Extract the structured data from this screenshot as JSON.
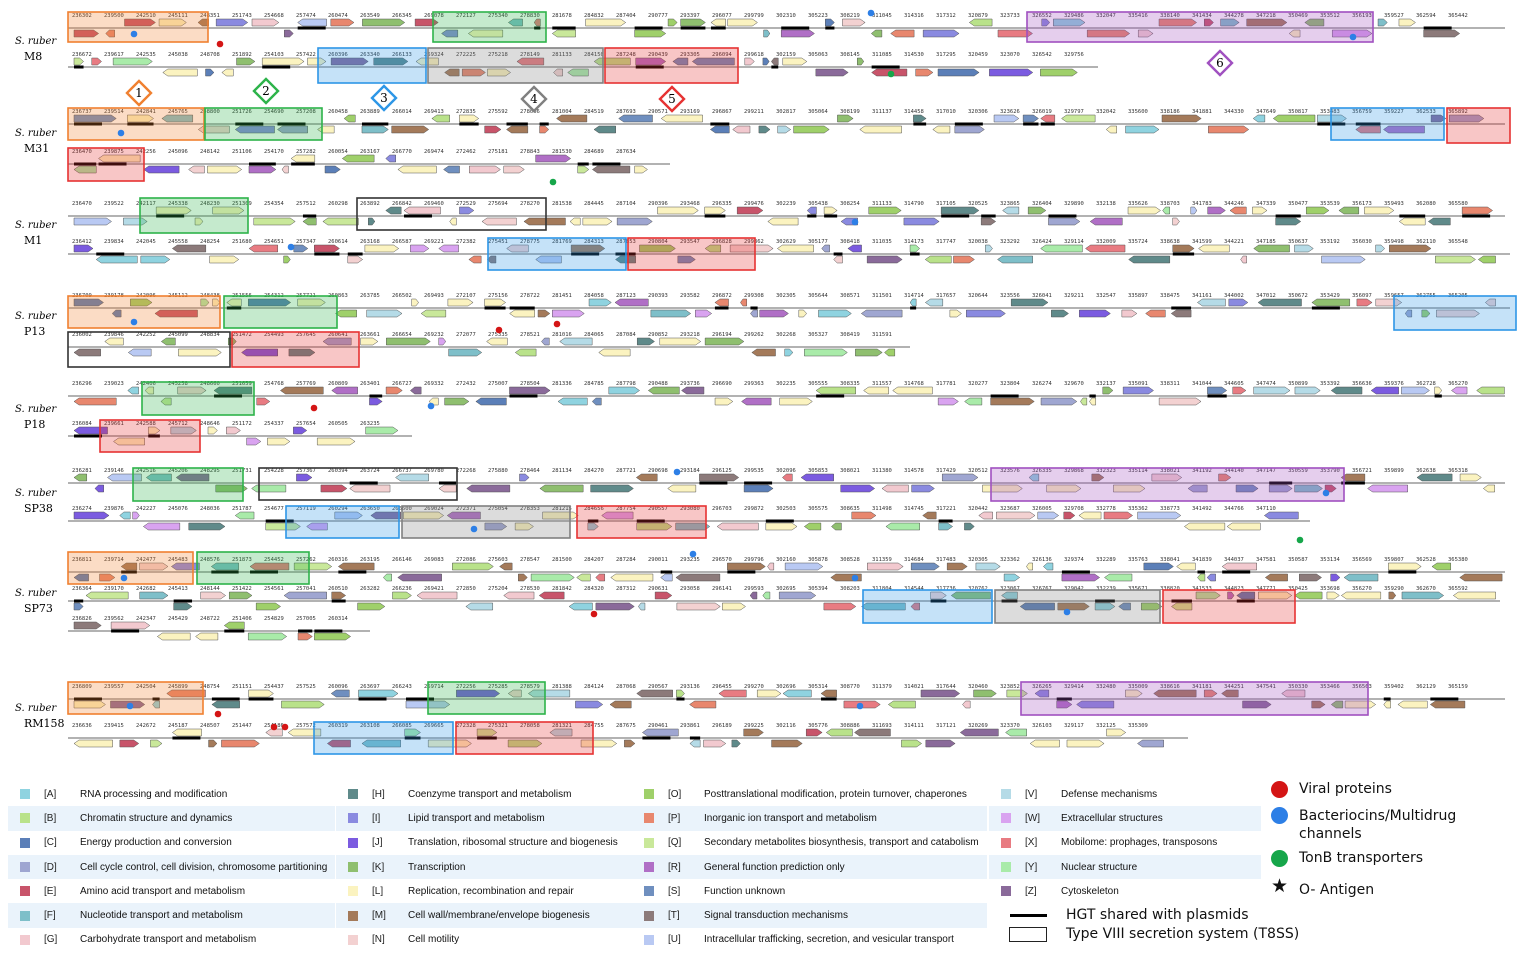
{
  "colors": {
    "A": "#8fd3e0",
    "B": "#b9e28a",
    "C": "#5b7fb8",
    "D": "#9fa6d1",
    "E": "#c8546a",
    "F": "#7ebfc9",
    "G": "#f2c9cf",
    "H": "#5f8a8a",
    "I": "#8a8ae0",
    "J": "#7b5be0",
    "K": "#8fbf6f",
    "L": "#fbf3c0",
    "M": "#a47a5a",
    "N": "#f3d1d1",
    "O": "#9fd06a",
    "P": "#e8876e",
    "Q": "#c9e89a",
    "R": "#b06fc6",
    "S": "#6f8fbf",
    "T": "#8c7a7a",
    "U": "#b9c9f3",
    "V": "#b5dbe7",
    "W": "#d9a3f0",
    "X": "#e87b82",
    "Y": "#a9eba9",
    "Z": "#8a6a9a",
    "box1": "#f08030",
    "box2": "#2db34a",
    "box3": "#2d96e6",
    "box4": "#808080",
    "box5": "#e63232",
    "box6": "#a050c0",
    "viral": "#d41515",
    "bacteriocin": "#2d7fe6",
    "tonb": "#16a64a"
  },
  "strains": [
    {
      "species": "S. ruber",
      "id": "M8"
    },
    {
      "species": "S. ruber",
      "id": "M31"
    },
    {
      "species": "S. ruber",
      "id": "M1"
    },
    {
      "species": "S. ruber",
      "id": "P13"
    },
    {
      "species": "S. ruber",
      "id": "P18"
    },
    {
      "species": "S. ruber",
      "id": "SP38"
    },
    {
      "species": "S. ruber",
      "id": "SP73"
    },
    {
      "species": "S. ruber",
      "id": "RM158"
    }
  ],
  "markers": [
    "1",
    "2",
    "3",
    "4",
    "5",
    "6"
  ],
  "legend": {
    "cog": [
      {
        "code": "[A]",
        "c": "A",
        "label": "RNA processing and modification"
      },
      {
        "code": "[B]",
        "c": "B",
        "label": "Chromatin structure and dynamics"
      },
      {
        "code": "[C]",
        "c": "C",
        "label": "Energy production and conversion"
      },
      {
        "code": "[D]",
        "c": "D",
        "label": "Cell cycle control, cell division, chromosome partitioning"
      },
      {
        "code": "[E]",
        "c": "E",
        "label": "Amino acid transport and metabolism"
      },
      {
        "code": "[F]",
        "c": "F",
        "label": "Nucleotide transport and metabolism"
      },
      {
        "code": "[G]",
        "c": "G",
        "label": "Carbohydrate transport and metabolism"
      },
      {
        "code": "[H]",
        "c": "H",
        "label": "Coenzyme transport and metabolism"
      },
      {
        "code": "[I]",
        "c": "I",
        "label": "Lipid transport and metabolism"
      },
      {
        "code": "[J]",
        "c": "J",
        "label": "Translation, ribosomal structure and biogenesis"
      },
      {
        "code": "[K]",
        "c": "K",
        "label": "Transcription"
      },
      {
        "code": "[L]",
        "c": "L",
        "label": "Replication, recombination and repair"
      },
      {
        "code": "[M]",
        "c": "M",
        "label": "Cell wall/membrane/envelope biogenesis"
      },
      {
        "code": "[N]",
        "c": "N",
        "label": "Cell motility"
      },
      {
        "code": "[O]",
        "c": "O",
        "label": "Posttranslational modification, protein turnover, chaperones"
      },
      {
        "code": "[P]",
        "c": "P",
        "label": "Inorganic ion transport and metabolism"
      },
      {
        "code": "[Q]",
        "c": "Q",
        "label": "Secondary metabolites biosynthesis, transport and catabolism"
      },
      {
        "code": "[R]",
        "c": "R",
        "label": "General function prediction only"
      },
      {
        "code": "[S]",
        "c": "S",
        "label": "Function unknown"
      },
      {
        "code": "[T]",
        "c": "T",
        "label": "Signal transduction mechanisms"
      },
      {
        "code": "[U]",
        "c": "U",
        "label": "Intracellular trafficking, secretion, and vesicular transport"
      },
      {
        "code": "[V]",
        "c": "V",
        "label": "Defense mechanisms"
      },
      {
        "code": "[W]",
        "c": "W",
        "label": "Extracellular structures"
      },
      {
        "code": "[X]",
        "c": "X",
        "label": "Mobilome: prophages, transposons"
      },
      {
        "code": "[Y]",
        "c": "Y",
        "label": "Nuclear structure"
      },
      {
        "code": "[Z]",
        "c": "Z",
        "label": "Cytoskeleton"
      }
    ],
    "viral": "Viral proteins",
    "bacteriocin": "Bacteriocins/Multidrug channels",
    "tonb": "TonB transporters",
    "oantigen": "O- Antigen",
    "hgt": "HGT shared with plasmids",
    "t8ss": "Type VIII secretion system (T8SS)"
  }
}
